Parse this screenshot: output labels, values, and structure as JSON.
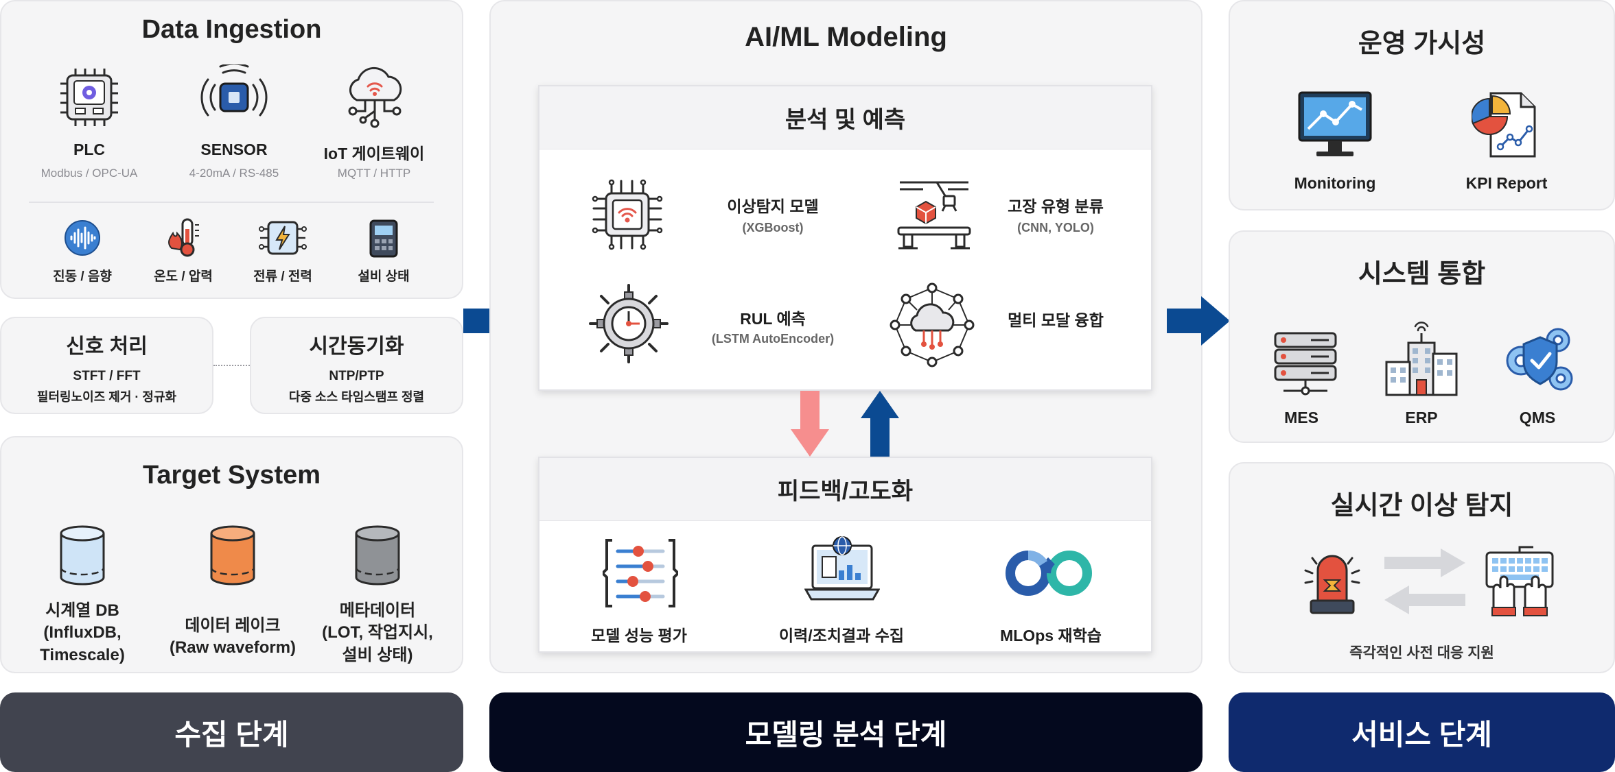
{
  "ingestion": {
    "title": "Data Ingestion",
    "sources": [
      {
        "label": "PLC",
        "sub": "Modbus / OPC-UA",
        "icon": "plc-chip-icon"
      },
      {
        "label": "SENSOR",
        "sub": "4-20mA / RS-485",
        "icon": "sensor-icon"
      },
      {
        "label": "IoT 게이트웨이",
        "sub": "MQTT / HTTP",
        "icon": "cloud-gateway-icon"
      }
    ],
    "signals": [
      {
        "label": "진동 / 음향",
        "icon": "vibration-wave-icon"
      },
      {
        "label": "온도 / 압력",
        "icon": "thermometer-icon"
      },
      {
        "label": "전류 / 전력",
        "icon": "current-power-icon"
      },
      {
        "label": "설비 상태",
        "icon": "equipment-meter-icon"
      }
    ]
  },
  "signal_processing": {
    "title": "신호 처리",
    "line1": "STFT / FFT",
    "line2": "필터링노이즈 제거 · 정규화"
  },
  "time_sync": {
    "title": "시간동기화",
    "line1": "NTP/PTP",
    "line2": "다중 소스 타임스탬프 정렬"
  },
  "target": {
    "title": "Target System",
    "items": [
      {
        "lines": [
          "시계열 DB",
          "(InfluxDB,",
          "Timescale)"
        ],
        "color": "#cfe4f7",
        "icon": "database-icon"
      },
      {
        "lines": [
          "데이터 레이크",
          "(Raw waveform)"
        ],
        "color": "#ef8a4a",
        "icon": "database-icon"
      },
      {
        "lines": [
          "메타데이터",
          "(LOT, 작업지시,",
          "설비 상태)"
        ],
        "color": "#8f9296",
        "icon": "database-icon"
      }
    ]
  },
  "modeling": {
    "title": "AI/ML Modeling",
    "analysis": {
      "title": "분석 및 예측",
      "items": [
        {
          "name": "이상탐지 모델",
          "sub": "(XGBoost)",
          "icon": "anomaly-chip-icon"
        },
        {
          "name": "고장 유형 분류",
          "sub": "(CNN, YOLO)",
          "icon": "robot-arm-icon"
        },
        {
          "name": "RUL 예측",
          "sub": "(LSTM AutoEncoder)",
          "icon": "gear-clock-icon"
        },
        {
          "name": "멀티 모달 융합",
          "sub": "",
          "icon": "cloud-network-icon"
        }
      ]
    },
    "feedback": {
      "title": "피드백/고도화",
      "items": [
        {
          "name": "모델 성능 평가",
          "icon": "parameter-tuning-icon"
        },
        {
          "name": "이력/조치결과 수집",
          "icon": "laptop-report-icon"
        },
        {
          "name": "MLOps 재학습",
          "icon": "infinity-loop-icon"
        }
      ]
    }
  },
  "visibility": {
    "title": "운영 가시성",
    "items": [
      {
        "label": "Monitoring",
        "icon": "monitor-chart-icon"
      },
      {
        "label": "KPI Report",
        "icon": "kpi-report-icon"
      }
    ]
  },
  "integration": {
    "title": "시스템 통합",
    "items": [
      {
        "label": "MES",
        "icon": "server-rack-icon"
      },
      {
        "label": "ERP",
        "icon": "building-icon"
      },
      {
        "label": "QMS",
        "icon": "shield-gears-icon"
      }
    ]
  },
  "realtime": {
    "title": "실시간 이상 탐지",
    "caption": "즉각적인 사전 대응 지원",
    "icons": [
      "alarm-siren-icon",
      "keyboard-hands-icon"
    ]
  },
  "stages": [
    {
      "label": "수집 단계",
      "color": "#41444f"
    },
    {
      "label": "모델링 분석 단계",
      "color": "#04091e"
    },
    {
      "label": "서비스 단계",
      "color": "#0f2a6e"
    }
  ],
  "colors": {
    "accent_blue": "#0b4a92",
    "feedback_pink": "#f68e8e",
    "panel_bg": "#f5f5f6"
  }
}
